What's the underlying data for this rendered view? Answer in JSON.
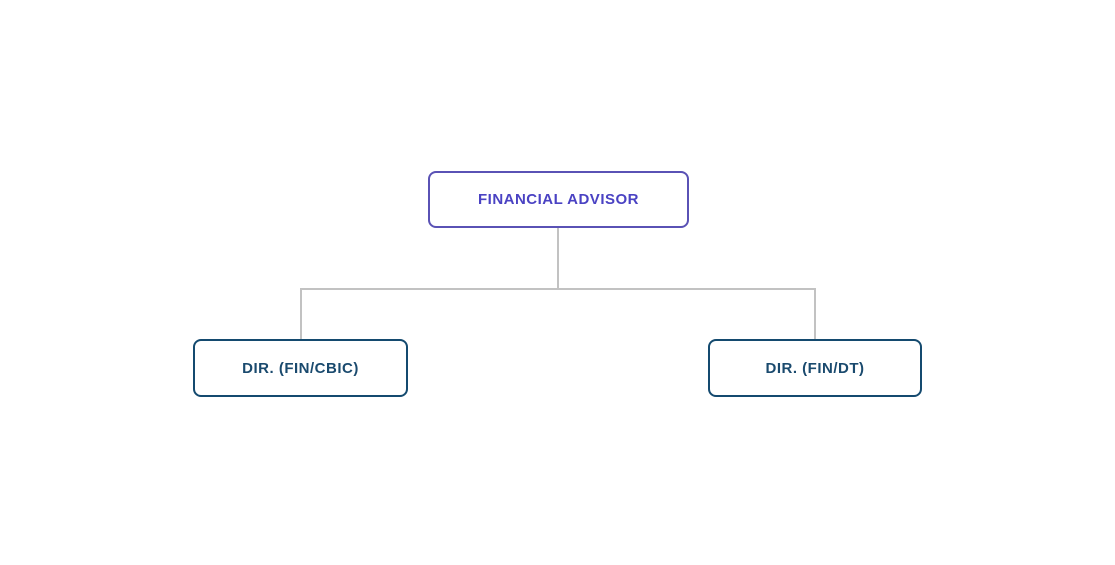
{
  "org_chart": {
    "type": "org-tree",
    "root": {
      "label": "FINANCIAL ADVISOR"
    },
    "children": [
      {
        "label": "DIR. (FIN/CBIC)"
      },
      {
        "label": "DIR. (FIN/DT)"
      }
    ]
  },
  "colors": {
    "background": "#ffffff",
    "root_border": "#5a52b5",
    "root_text": "#4a42c3",
    "child_border": "#144a6f",
    "child_text": "#1a4a6e",
    "connector": "#c2c2c2"
  }
}
